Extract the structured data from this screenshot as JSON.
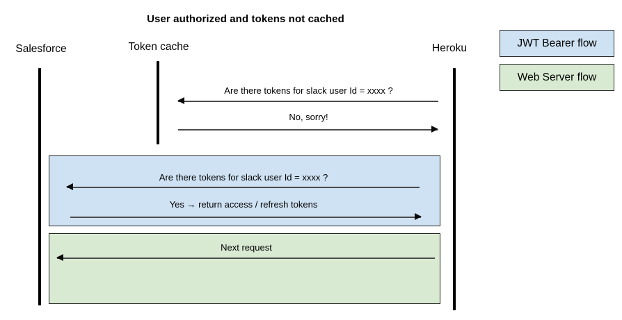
{
  "diagram": {
    "title": "User authorized and tokens not cached",
    "actors": [
      {
        "name": "Salesforce"
      },
      {
        "name": "Token cache"
      },
      {
        "name": "Heroku"
      }
    ],
    "messages": [
      {
        "label": "Are there tokens for slack user Id = xxxx ?",
        "direction": "left",
        "flow": null
      },
      {
        "label": "No, sorry!",
        "direction": "right",
        "flow": null
      },
      {
        "label": "Are there tokens for slack user Id = xxxx ?",
        "direction": "left",
        "flow": "JWT Bearer flow"
      },
      {
        "label": "Yes → return access / refresh tokens",
        "direction": "right",
        "flow": "JWT Bearer flow"
      },
      {
        "label": "Next request",
        "direction": "left",
        "flow": "Web Server flow"
      }
    ],
    "legend": [
      {
        "label": "JWT Bearer flow",
        "color": "#cfe2f3"
      },
      {
        "label": "Web Server flow",
        "color": "#d9ead3"
      }
    ],
    "colors": {
      "jwt_bearer_flow_fill": "#cfe2f3",
      "web_server_flow_fill": "#d9ead3",
      "lifeline": "#000000",
      "arrow_line": "#4a4a4a"
    }
  }
}
